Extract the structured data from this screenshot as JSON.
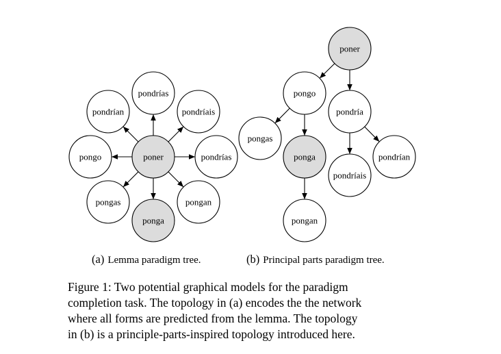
{
  "tree_a": {
    "caption_tag": "(a)",
    "caption_text": "Lemma paradigm tree.",
    "nodes": [
      {
        "id": "a_poner",
        "label": "poner",
        "shaded": true
      },
      {
        "id": "a_pondrias_top",
        "label": "pondrías",
        "shaded": false
      },
      {
        "id": "a_pondrian",
        "label": "pondrían",
        "shaded": false
      },
      {
        "id": "a_pondriais",
        "label": "pondríais",
        "shaded": false
      },
      {
        "id": "a_pongo",
        "label": "pongo",
        "shaded": false
      },
      {
        "id": "a_pondrias_right",
        "label": "pondrías",
        "shaded": false
      },
      {
        "id": "a_pongas",
        "label": "pongas",
        "shaded": false
      },
      {
        "id": "a_pongan",
        "label": "pongan",
        "shaded": false
      },
      {
        "id": "a_ponga",
        "label": "ponga",
        "shaded": true
      }
    ],
    "edges": [
      {
        "from": "a_poner",
        "to": "a_pondrias_top"
      },
      {
        "from": "a_poner",
        "to": "a_pondrian"
      },
      {
        "from": "a_poner",
        "to": "a_pondriais"
      },
      {
        "from": "a_poner",
        "to": "a_pongo"
      },
      {
        "from": "a_poner",
        "to": "a_pondrias_right"
      },
      {
        "from": "a_poner",
        "to": "a_pongas"
      },
      {
        "from": "a_poner",
        "to": "a_pongan"
      },
      {
        "from": "a_poner",
        "to": "a_ponga"
      }
    ]
  },
  "tree_b": {
    "caption_tag": "(b)",
    "caption_text": "Principal parts paradigm tree.",
    "nodes": [
      {
        "id": "b_poner",
        "label": "poner",
        "shaded": true
      },
      {
        "id": "b_pongo",
        "label": "pongo",
        "shaded": false
      },
      {
        "id": "b_pondria",
        "label": "pondría",
        "shaded": false
      },
      {
        "id": "b_pongas",
        "label": "pongas",
        "shaded": false
      },
      {
        "id": "b_ponga",
        "label": "ponga",
        "shaded": true
      },
      {
        "id": "b_pondriais",
        "label": "pondríais",
        "shaded": false
      },
      {
        "id": "b_pondrian",
        "label": "pondrían",
        "shaded": false
      },
      {
        "id": "b_pongan",
        "label": "pongan",
        "shaded": false
      }
    ],
    "edges": [
      {
        "from": "b_poner",
        "to": "b_pongo"
      },
      {
        "from": "b_poner",
        "to": "b_pondria"
      },
      {
        "from": "b_pongo",
        "to": "b_pongas"
      },
      {
        "from": "b_pongo",
        "to": "b_ponga"
      },
      {
        "from": "b_ponga",
        "to": "b_pongan"
      },
      {
        "from": "b_pondria",
        "to": "b_pondriais"
      },
      {
        "from": "b_pondria",
        "to": "b_pondrian"
      }
    ]
  },
  "colors": {
    "shaded_fill": "#dcdcdc",
    "plain_fill": "#ffffff",
    "stroke": "#000000"
  },
  "figure_caption": {
    "lines": [
      "Figure 1: Two potential graphical models for the paradigm",
      "completion task. The topology in (a) encodes the the network",
      "where all forms are predicted from the lemma. The topology",
      "in (b) is a principle-parts-inspired topology introduced here."
    ]
  }
}
